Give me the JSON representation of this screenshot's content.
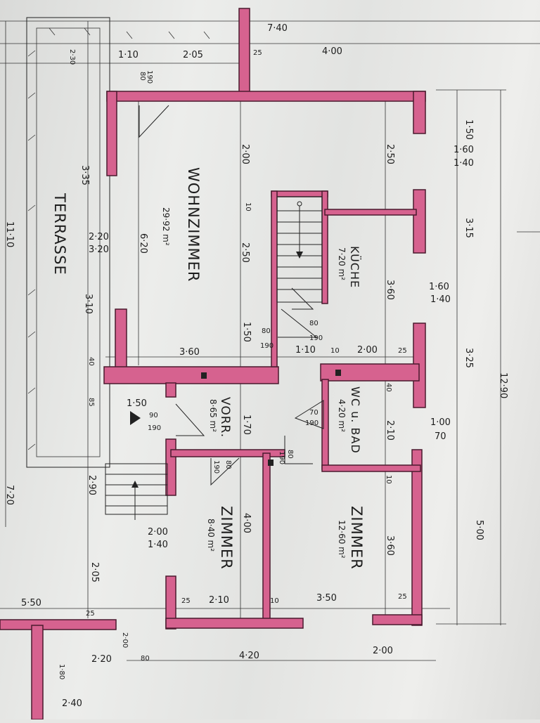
{
  "rooms": {
    "wohnzimmer": {
      "name": "WOHNZIMMER",
      "area": "29·92 m²"
    },
    "kueche": {
      "name": "KÜCHE",
      "area": "7·20 m²"
    },
    "bad": {
      "name": "WC u. BAD",
      "area": "4·20 m²"
    },
    "vorraum": {
      "name": "VORR.",
      "area": "8·65 m²"
    },
    "zimmer_small": {
      "name": "ZIMMER",
      "area": "8·40 m²"
    },
    "zimmer_large": {
      "name": "ZIMMER",
      "area": "12·60 m²"
    },
    "terrasse": {
      "name": "TERRASSE"
    }
  },
  "dimensions": [
    "7·40",
    "4·00",
    "1·10",
    "2·05",
    "25",
    "2·30",
    "3·60",
    "1·10",
    "2·00",
    "25",
    "10",
    "2·10",
    "3·50",
    "25",
    "5·50",
    "4·20",
    "2·00",
    "2·20",
    "2·40",
    "1·60",
    "1·40",
    "1·60",
    "1·40",
    "1·00",
    "70",
    "2·20",
    "3·20",
    "2·00",
    "1·40",
    "1·50",
    "3·15",
    "3·25",
    "5·00",
    "12·90",
    "11·10",
    "7·20",
    "3·35",
    "3·10",
    "6·20",
    "2·00",
    "2·50",
    "1·50",
    "1·70",
    "4·00",
    "2·50",
    "3·60",
    "2·10",
    "3·60",
    "2·90",
    "2·05",
    "85",
    "40",
    "1·50",
    "10",
    "40",
    "10",
    "80",
    "190",
    "90",
    "190",
    "70",
    "190",
    "80",
    "190",
    "80",
    "190",
    "80",
    "190",
    "80",
    "190",
    "2·00",
    "80",
    "1·80",
    "25",
    "10",
    "25"
  ],
  "colors": {
    "wall": "#d6628f",
    "paper": "#e6e6e4",
    "ink": "#1c1c1c"
  }
}
